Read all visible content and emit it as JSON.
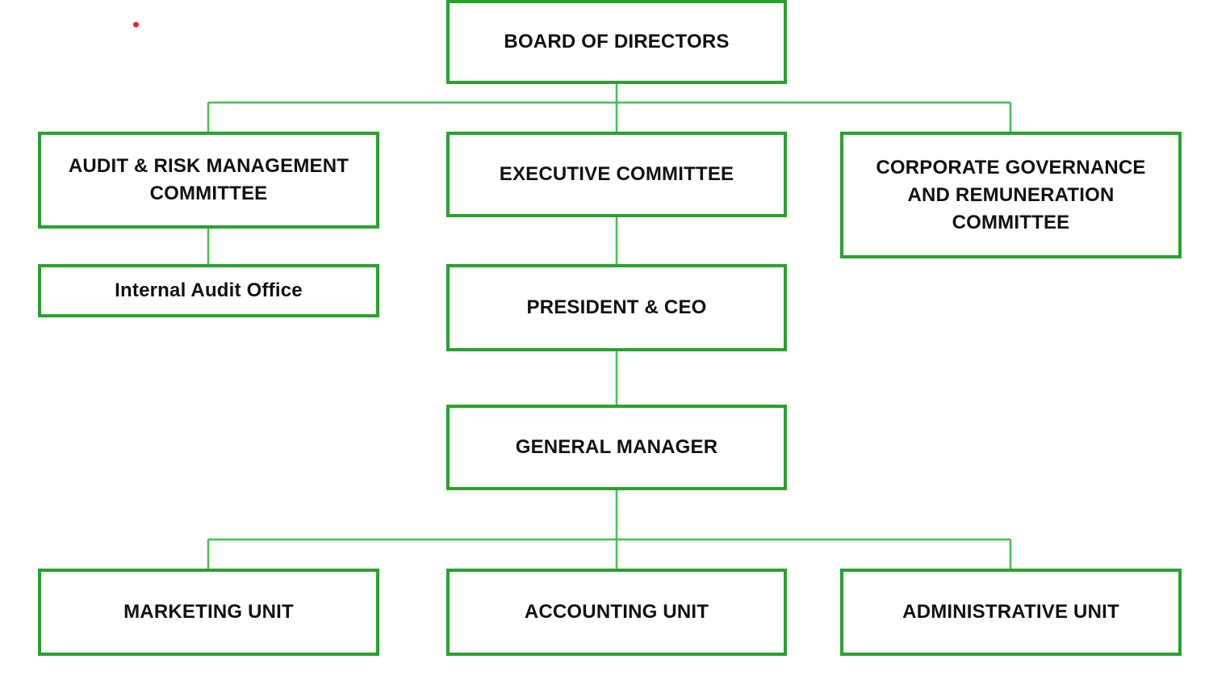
{
  "colors": {
    "box_border": "#2aa12e",
    "connector": "#45bf52",
    "text": "#111111",
    "marker_dot": "#e8262b"
  },
  "nodes": {
    "board": "BOARD OF DIRECTORS",
    "audit_committee": "AUDIT & RISK MANAGEMENT COMMITTEE",
    "executive_committee": "EXECUTIVE COMMITTEE",
    "governance_committee": "CORPORATE GOVERNANCE AND REMUNERATION COMMITTEE",
    "internal_audit": "Internal Audit Office",
    "president": "PRESIDENT & CEO",
    "general_manager": "GENERAL MANAGER",
    "marketing": "MARKETING UNIT",
    "accounting": "ACCOUNTING UNIT",
    "administrative": "ADMINISTRATIVE UNIT"
  }
}
